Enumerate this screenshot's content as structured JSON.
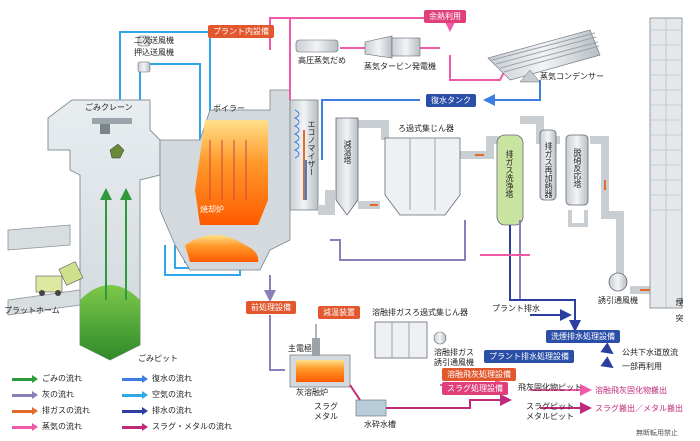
{
  "labels": {
    "secondary_fan": "二次送風機",
    "forced_fan": "押込送風機",
    "crane": "ごみクレーン",
    "platform": "プラットホーム",
    "pit": "ごみピット",
    "boiler": "ボイラー",
    "incinerator": "焼却炉",
    "economizer": "エコノマイザー",
    "cooling_tower": "減温塔",
    "bag_filter": "ろ過式集じん器",
    "scrubber": "排ガス洗浄塔",
    "reheater": "排ガス再加熱器",
    "denitration": "脱硝反応塔",
    "induced_fan": "誘引通風機",
    "chimney": "煙　突",
    "hp_steam": "高圧蒸気だめ",
    "turbine": "蒸気タービン発電機",
    "condenser": "蒸気コンデンサー",
    "melt_filter": "溶融排ガスろ過式集じん器",
    "melt_fan_1": "溶融排ガス",
    "melt_fan_2": "誘引通風機",
    "electrode": "主電極",
    "ash_furnace": "灰溶融炉",
    "slag_metal": "スラグ\nメタル",
    "water_tank": "水砕水槽",
    "plant_drain": "プラント排水",
    "fly_ash_pit": "飛灰固化物ピット",
    "slag_metal_pit": "スラグピット\nメタルピット",
    "public_sewer": "公共下水道放流",
    "partial_reuse": "一部再利用",
    "copyright": "無断転用禁止"
  },
  "tags": {
    "plant_equipment": "プラント内設備",
    "waste_heat": "余熱利用",
    "condensate_tank": "復水タンク",
    "pretreatment": "前処理設備",
    "cooling_device": "減温装置",
    "fly_ash_equipment": "溶融飛灰処理設備",
    "slag_equipment": "スラグ処理設備",
    "wash_drain": "洗煙排水処理設備",
    "plant_drain_equipment": "プラント排水処理設備",
    "fly_ash_out": "溶融飛灰固化物搬出",
    "slag_out": "スラグ搬出／メタル搬出"
  },
  "legend": [
    {
      "label": "ごみの流れ",
      "color": "#2e9a3c"
    },
    {
      "label": "灰の流れ",
      "color": "#8a7fb8"
    },
    {
      "label": "排ガスの流れ",
      "color": "#e36a2a"
    },
    {
      "label": "蒸気の流れ",
      "color": "#ee5aa8"
    },
    {
      "label": "復水の流れ",
      "color": "#3d7fe0"
    },
    {
      "label": "空気の流れ",
      "color": "#2ea8e8"
    },
    {
      "label": "排水の流れ",
      "color": "#2c3fa0"
    },
    {
      "label": "スラグ・メタルの流れ",
      "color": "#c02a7a"
    }
  ]
}
